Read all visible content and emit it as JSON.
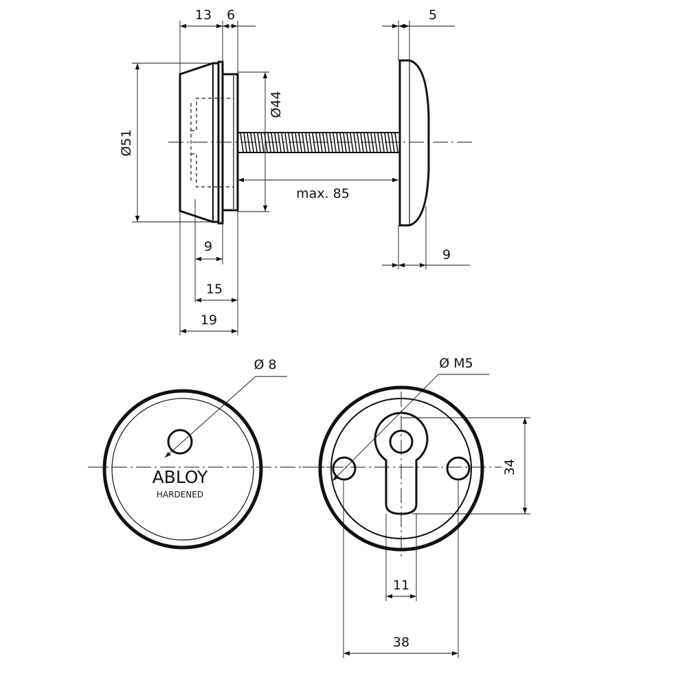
{
  "dimensions": {
    "top_13": "13",
    "top_6": "6",
    "top_5": "5",
    "dia_51": "Ø51",
    "dia_44": "Ø44",
    "max_85": "max. 85",
    "bottom_9_left": "9",
    "bottom_15": "15",
    "bottom_19": "19",
    "right_9": "9",
    "dia_8": "Ø 8",
    "dia_m5": "Ø M5",
    "height_34": "34",
    "width_11": "11",
    "width_38": "38"
  },
  "front_plate": {
    "brand": "ABLOY",
    "subtitle": "HARDENED"
  },
  "colors": {
    "line": "#111111",
    "background": "#ffffff"
  }
}
